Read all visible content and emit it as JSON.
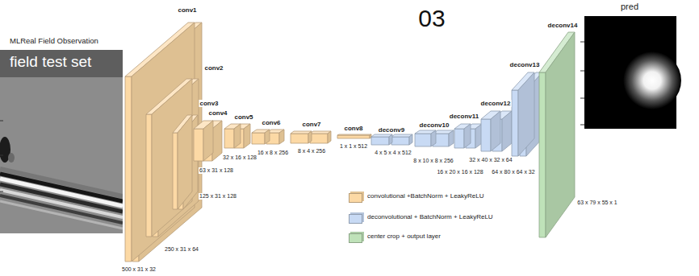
{
  "diagram": {
    "nodes": [
      {
        "text": [
          "conv1",
          "500 x 31 x 32"
        ]
      },
      {
        "text": [
          "conv2",
          "250 x 31 x 64"
        ]
      },
      {
        "text": [
          "conv3",
          "125 x 31 x 128"
        ]
      },
      {
        "text": [
          "conv4",
          "63 x 31 x 128"
        ]
      },
      {
        "text": [
          "conv5",
          "32 x 16 x 128"
        ]
      },
      {
        "text": [
          "conv6",
          "16 x 8 x 256"
        ]
      },
      {
        "text": [
          "conv7",
          "8 x 4 x 256"
        ]
      },
      {
        "text": [
          "conv8",
          "1 x 1 x 512"
        ]
      },
      {
        "text": [
          "deconv9",
          "4 x 5 x 4 x 512"
        ]
      },
      {
        "text": [
          "deconv10",
          "8 x 10 x 8 x 256"
        ]
      },
      {
        "text": [
          "deconv11",
          "16 x 20 x 16 x 128"
        ]
      },
      {
        "text": [
          "deconv12",
          "32 x 40 x 32 x 64"
        ]
      },
      {
        "text": [
          "deconv13",
          "64 x 80 x 64 x 32"
        ]
      },
      {
        "text": [
          "deconv14",
          "63 x 79 x 55 x 1"
        ]
      }
    ],
    "labels": [
      "MLReal Field Observation",
      "field test set",
      "03",
      "pred"
    ],
    "legend": [
      {
        "text": "convolutional +BatchNorm + LeakyReLU",
        "color": "#fcd9a5"
      },
      {
        "text": "deconvolutional + BatchNorm + LeakyReLU",
        "color": "#c8daf4"
      },
      {
        "text": "center crop + output layer",
        "color": "#bfe2b9"
      }
    ]
  }
}
